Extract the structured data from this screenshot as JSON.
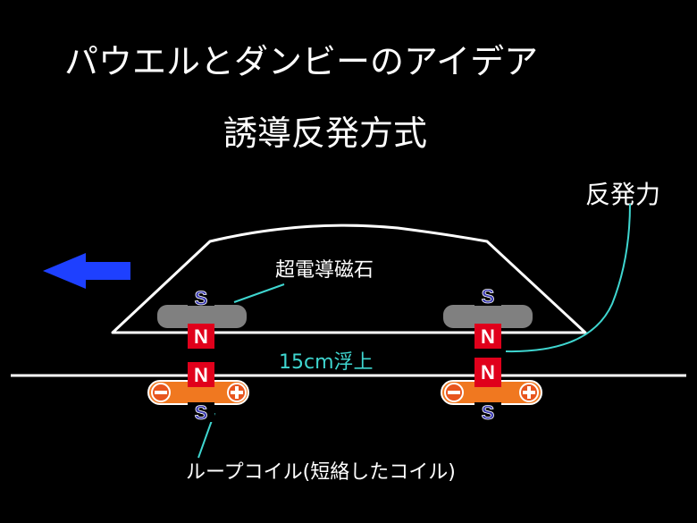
{
  "title": "パウエルとダンビーのアイデア",
  "subtitle": "誘導反発方式",
  "labels": {
    "repulsive_force": "反発力",
    "superconducting_magnet": "超電導磁石",
    "levitation": "15cm浮上",
    "loop_coil": "ループコイル(短絡したコイル)"
  },
  "poles": {
    "south": "S",
    "north": "N"
  },
  "coil_signs": {
    "minus": "−",
    "plus": "+"
  },
  "colors": {
    "background": "#000000",
    "outline": "#ffffff",
    "arrow": "#1e40ff",
    "leader_line": "#3fd6d0",
    "magnet_body": "#808080",
    "north_pole": "#e0001b",
    "south_pole": "#3a3ab0",
    "coil": "#f07820",
    "coil_sign": "#e8551e"
  },
  "direction_arrow": "left"
}
